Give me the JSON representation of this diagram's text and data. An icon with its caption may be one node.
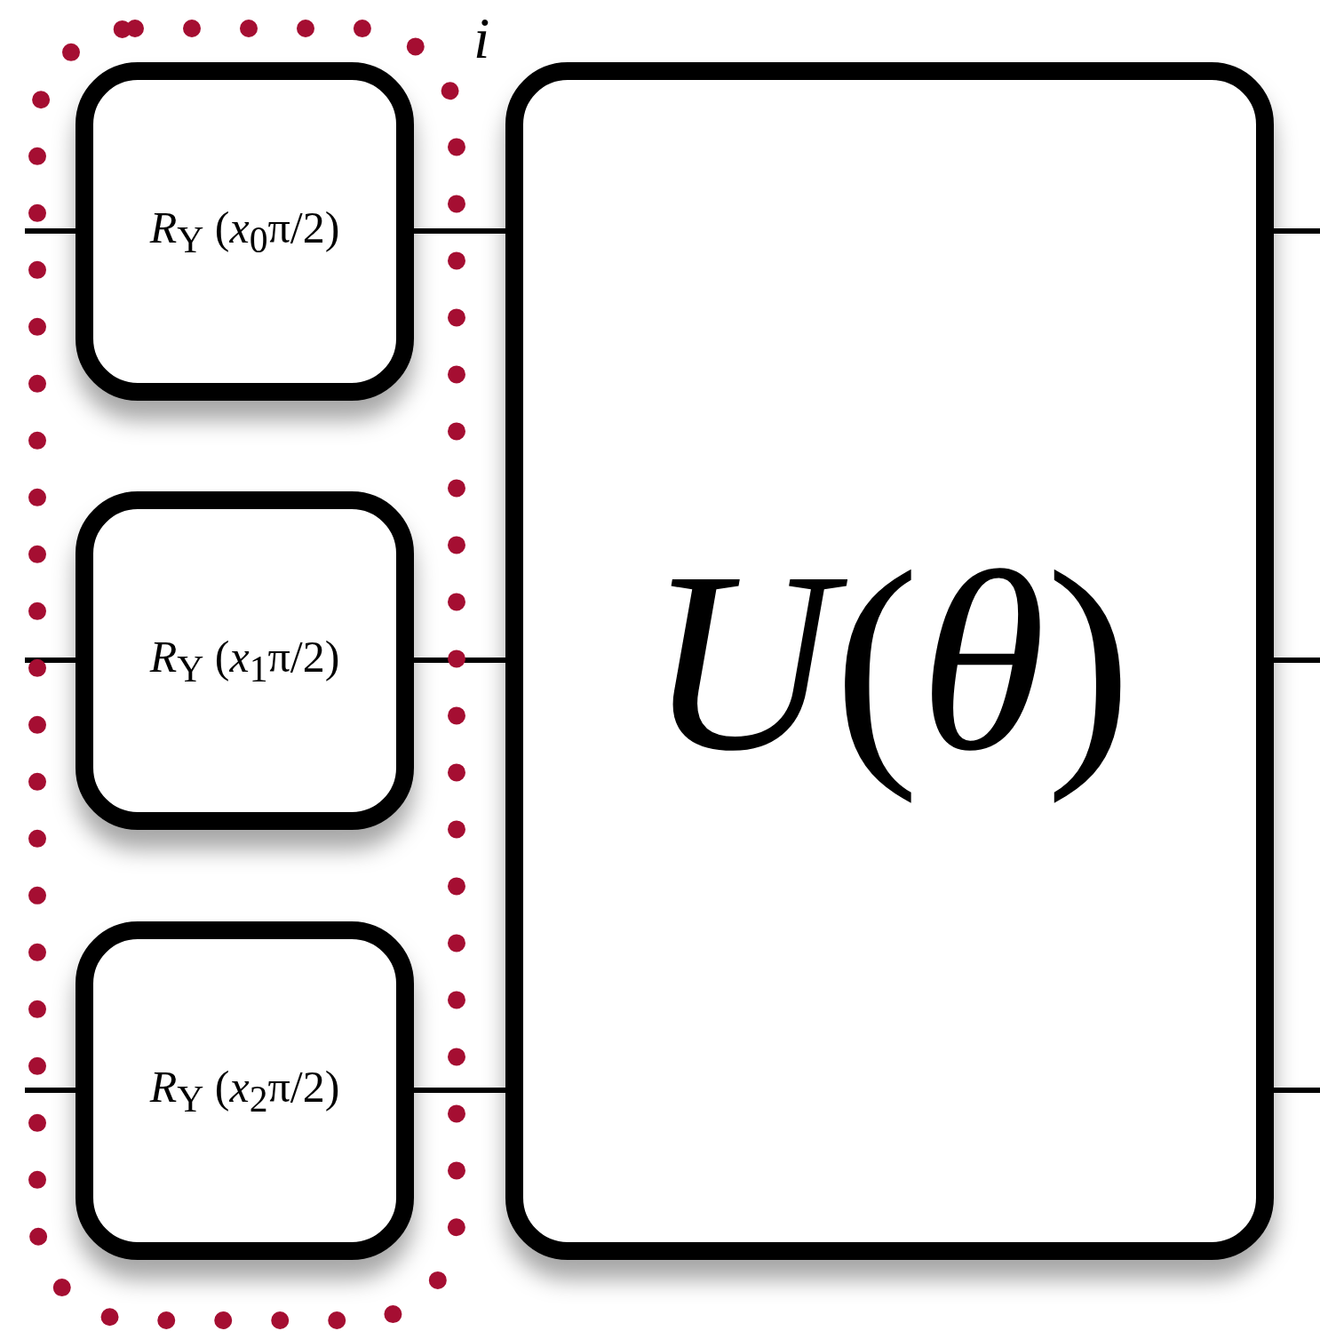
{
  "diagram": {
    "nodes": [
      {
        "text": [
          "*i*"
        ]
      },
      {
        "text": [
          "*R*$_{Y}$ (*x*$_{0}$π/2)"
        ],
        "in": 0
      },
      {
        "text": [
          "*R*$_{Y}$ (*x*$_{1}$π/2)"
        ],
        "in": 0
      },
      {
        "text": [
          "*R*$_{Y}$ (*x*$_{2}$π/2)"
        ],
        "in": 0
      },
      {
        "text": [
          "*U*(*θ*)"
        ]
      }
    ],
    "edges": [
      {
        "from": null,
        "to": 1,
        "arrow": "none"
      },
      {
        "from": null,
        "to": 2,
        "arrow": "none"
      },
      {
        "from": null,
        "to": 3,
        "arrow": "none"
      },
      {
        "from": 1,
        "to": 4,
        "arrow": "none"
      },
      {
        "from": 2,
        "to": 4,
        "arrow": "none"
      },
      {
        "from": 3,
        "to": 4,
        "arrow": "none"
      },
      {
        "from": 4,
        "to": null,
        "arrow": "none"
      },
      {
        "from": 4,
        "to": null,
        "arrow": "none"
      },
      {
        "from": 4,
        "to": null,
        "arrow": "none"
      }
    ]
  }
}
